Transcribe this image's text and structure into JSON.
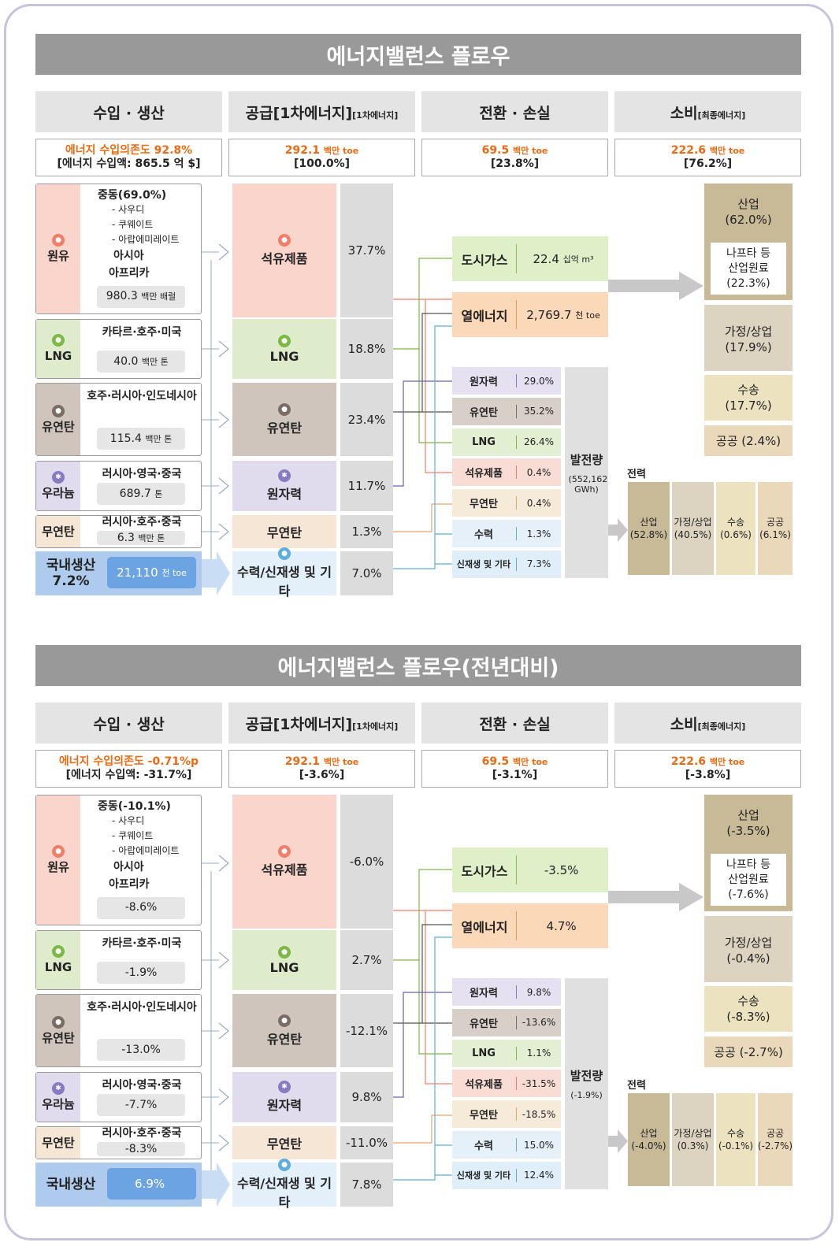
{
  "sections": [
    {
      "title": "에너지밸런스 플로우",
      "headers": {
        "import": "수입 · 생산",
        "supply": "공급",
        "supply_sub": "[1차에너지]",
        "conversion": "전환 · 손실",
        "consumption": "소비",
        "consumption_sub": "[최종에너지]"
      },
      "summaries": {
        "import_line1": "에너지 수입의존도 92.8%",
        "import_line2": "[에너지 수입액:  865.5 억 $]",
        "supply_value": "292.1",
        "supply_unit": "백만 toe",
        "supply_pct": "[100.0%]",
        "conv_value": "69.5",
        "conv_unit": "백만 toe",
        "conv_pct": "[23.8%]",
        "cons_value": "222.6",
        "cons_unit": "백만 toe",
        "cons_pct": "[76.2%]"
      },
      "sources": {
        "oil": {
          "label": "원유",
          "origin": "중동(69.0%)",
          "subs": [
            "- 사우디",
            "- 쿠웨이트",
            "- 아랍에미레이트"
          ],
          "others": [
            "아시아",
            "아프리카"
          ],
          "amount": "980.3",
          "unit": "백만 배럴"
        },
        "lng": {
          "label": "LNG",
          "origin": "카타르·호주·미국",
          "amount": "40.0",
          "unit": "백만 톤"
        },
        "coal": {
          "label": "유연탄",
          "origin": "호주·러시아·인도네시아",
          "amount": "115.4",
          "unit": "백만 톤"
        },
        "uranium": {
          "label": "우라늄",
          "origin": "러시아·영국·중국",
          "amount": "689.7",
          "unit": "톤"
        },
        "anthracite": {
          "label": "무연탄",
          "origin": "러시아·호주·중국",
          "amount": "6.3",
          "unit": "백만 톤"
        },
        "domestic": {
          "label": "국내생산",
          "pct": "7.2%",
          "amount": "21,110",
          "unit": "천 toe"
        }
      },
      "supply": [
        {
          "label": "석유제품",
          "pct": "37.7%"
        },
        {
          "label": "LNG",
          "pct": "18.8%"
        },
        {
          "label": "유연탄",
          "pct": "23.4%"
        },
        {
          "label": "원자력",
          "pct": "11.7%"
        },
        {
          "label": "무연탄",
          "pct": "1.3%"
        },
        {
          "label": "수력/신재생 및 기타",
          "pct": "7.0%"
        }
      ],
      "city_gas": {
        "label": "도시가스",
        "value": "22.4",
        "unit": "십억 m³"
      },
      "heat": {
        "label": "열에너지",
        "value": "2,769.7",
        "unit": "천 toe"
      },
      "generation": [
        {
          "label": "원자력",
          "value": "29.0%"
        },
        {
          "label": "유연탄",
          "value": "35.2%"
        },
        {
          "label": "LNG",
          "value": "26.4%"
        },
        {
          "label": "석유제품",
          "value": "0.4%"
        },
        {
          "label": "무연탄",
          "value": "0.4%"
        },
        {
          "label": "수력",
          "value": "1.3%"
        },
        {
          "label": "신재생 및 기타",
          "value": "7.3%"
        }
      ],
      "gen_total": {
        "label": "발전량",
        "value": "(552,162 GWh)"
      },
      "consumption": {
        "industry": {
          "label": "산업",
          "value": "(62.0%)"
        },
        "naphtha": {
          "l1": "나프타 등",
          "l2": "산업원료",
          "value": "(22.3%)"
        },
        "household": {
          "label": "가정/상업",
          "value": "(17.9%)"
        },
        "transport": {
          "label": "수송",
          "value": "(17.7%)"
        },
        "public": {
          "label": "공공 (2.4%)"
        }
      },
      "electricity": {
        "label": "전력",
        "items": [
          {
            "label": "산업",
            "value": "(52.8%)"
          },
          {
            "label": "가정/상업",
            "value": "(40.5%)"
          },
          {
            "label": "수송",
            "value": "(0.6%)"
          },
          {
            "label": "공공",
            "value": "(6.1%)"
          }
        ]
      }
    },
    {
      "title": "에너지밸런스 플로우(전년대비)",
      "headers": {
        "import": "수입 · 생산",
        "supply": "공급",
        "supply_sub": "[1차에너지]",
        "conversion": "전환 · 손실",
        "consumption": "소비",
        "consumption_sub": "[최종에너지]"
      },
      "summaries": {
        "import_line1": "에너지 수입의존도 -0.71%p",
        "import_line2": "[에너지 수입액:  -31.7%]",
        "supply_value": "292.1",
        "supply_unit": "백만 toe",
        "supply_pct": "[-3.6%]",
        "conv_value": "69.5",
        "conv_unit": "백만 toe",
        "conv_pct": "[-3.1%]",
        "cons_value": "222.6",
        "cons_unit": "백만 toe",
        "cons_pct": "[-3.8%]"
      },
      "sources": {
        "oil": {
          "label": "원유",
          "origin": "중동(-10.1%)",
          "subs": [
            "- 사우디",
            "- 쿠웨이트",
            "- 아랍에미레이트"
          ],
          "others": [
            "아시아",
            "아프리카"
          ],
          "amount": "-8.6%",
          "unit": ""
        },
        "lng": {
          "label": "LNG",
          "origin": "카타르·호주·미국",
          "amount": "-1.9%",
          "unit": ""
        },
        "coal": {
          "label": "유연탄",
          "origin": "호주·러시아·인도네시아",
          "amount": "-13.0%",
          "unit": ""
        },
        "uranium": {
          "label": "우라늄",
          "origin": "러시아·영국·중국",
          "amount": "-7.7%",
          "unit": ""
        },
        "anthracite": {
          "label": "무연탄",
          "origin": "러시아·호주·중국",
          "amount": "-8.3%",
          "unit": ""
        },
        "domestic": {
          "label": "국내생산",
          "pct": "",
          "amount": "6.9%",
          "unit": ""
        }
      },
      "supply": [
        {
          "label": "석유제품",
          "pct": "-6.0%"
        },
        {
          "label": "LNG",
          "pct": "2.7%"
        },
        {
          "label": "유연탄",
          "pct": "-12.1%"
        },
        {
          "label": "원자력",
          "pct": "9.8%"
        },
        {
          "label": "무연탄",
          "pct": "-11.0%"
        },
        {
          "label": "수력/신재생 및 기타",
          "pct": "7.8%"
        }
      ],
      "city_gas": {
        "label": "도시가스",
        "value": "-3.5%",
        "unit": ""
      },
      "heat": {
        "label": "열에너지",
        "value": "4.7%",
        "unit": ""
      },
      "generation": [
        {
          "label": "원자력",
          "value": "9.8%"
        },
        {
          "label": "유연탄",
          "value": "-13.6%"
        },
        {
          "label": "LNG",
          "value": "1.1%"
        },
        {
          "label": "석유제품",
          "value": "-31.5%"
        },
        {
          "label": "무연탄",
          "value": "-18.5%"
        },
        {
          "label": "수력",
          "value": "15.0%"
        },
        {
          "label": "신재생 및 기타",
          "value": "12.4%"
        }
      ],
      "gen_total": {
        "label": "발전량",
        "value": "(-1.9%)"
      },
      "consumption": {
        "industry": {
          "label": "산업",
          "value": "(-3.5%)"
        },
        "naphtha": {
          "l1": "나프타 등",
          "l2": "산업원료",
          "value": "(-7.6%)"
        },
        "household": {
          "label": "가정/상업",
          "value": "(-0.4%)"
        },
        "transport": {
          "label": "수송",
          "value": "(-8.3%)"
        },
        "public": {
          "label": "공공 (-2.7%)"
        }
      },
      "electricity": {
        "label": "전력",
        "items": [
          {
            "label": "산업",
            "value": "(-4.0%)"
          },
          {
            "label": "가정/상업",
            "value": "(0.3%)"
          },
          {
            "label": "수송",
            "value": "(-0.1%)"
          },
          {
            "label": "공공",
            "value": "(-2.7%)"
          }
        ]
      }
    }
  ],
  "colors": {
    "oil": "#f9d5cb",
    "lng": "#dfeccb",
    "coal": "#cfc5bc",
    "uranium": "#e1dbee",
    "anthracite": "#f5e6d6",
    "hydro": "#e3f0f9",
    "domestic": "#aecbee",
    "city_gas": "#dff0c9",
    "heat": "#fbd8b8",
    "industry": "#c8b997",
    "household": "#dcd3c0",
    "transport": "#ede2bf",
    "public": "#ead8bb",
    "accent": "#ee6a10"
  },
  "icons": [
    "fire-icon",
    "gas-icon",
    "coal-icon",
    "atom-icon",
    "coal-bucket-icon",
    "water-icon"
  ]
}
